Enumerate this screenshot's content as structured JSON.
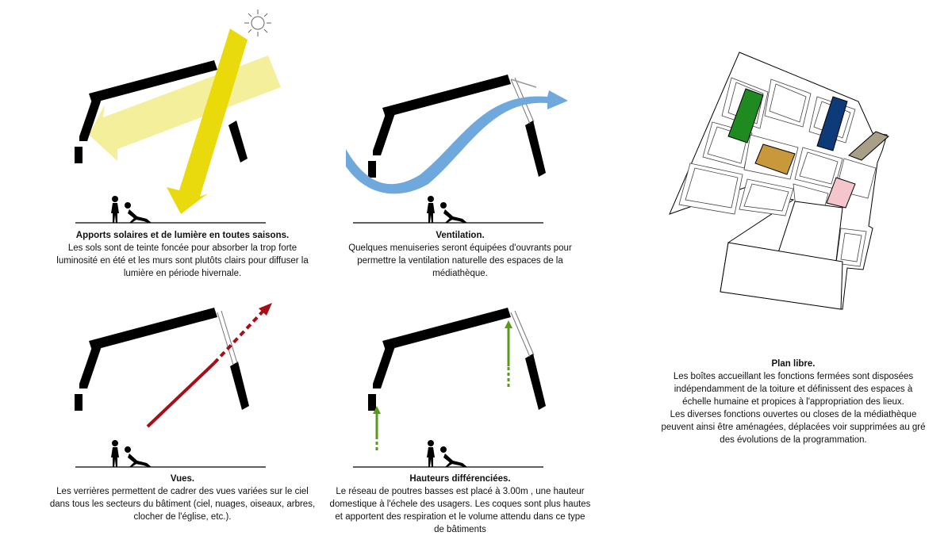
{
  "panels": {
    "solar": {
      "title": "Apports solaires et de lumière en toutes saisons.",
      "body": "Les sols sont de teinte foncée pour absorber la trop forte\nluminosité en été et les murs sont plutôts clairs pour diffuser la\nlumière en période hivernale."
    },
    "ventilation": {
      "title": "Ventilation.",
      "body": "Quelques menuiseries seront équipées d'ouvrants pour\npermettre la ventilation naturelle des espaces de la\nmédiathèque."
    },
    "views": {
      "title": "Vues.",
      "body": "Les verrières permettent de cadrer des vues variées sur le ciel\ndans tous les secteurs du bâtiment (ciel, nuages, oiseaux, arbres,\nclocher de l'église, etc.)."
    },
    "heights": {
      "title": "Hauteurs différenciées.",
      "body": "Le réseau de poutres basses est placé à 3.00m , une hauteur\ndomestique à l'échele des usagers. Les coques sont plus hautes\net apportent des respiration et le volume attendu dans ce type\nde bâtiments"
    },
    "plan": {
      "title": "Plan libre.",
      "body": "Les boîtes accueillant les fonctions fermées sont disposées\nindépendamment de la toiture et définissent des espaces à\néchelle humaine et propices à l'appropriation des lieux.\nLes diverses fonctions ouvertes ou closes de la médiathèque\npeuvent ainsi être aménagées, déplacées voir supprimées au gré\ndes évolutions de la programmation."
    }
  },
  "colors": {
    "structure": "#000000",
    "sun_beam": "#e8d800",
    "sun_beam_light": "#f2ec8a",
    "airflow": "#6fa8dc",
    "view_arrow": "#a50f15",
    "height_arrow": "#5a9a1a",
    "box_green": "#1f8a1f",
    "box_blue": "#0d3b7a",
    "box_wood": "#c8983a",
    "box_pink": "#f4c6cc",
    "box_grey": "#a89f86"
  },
  "icons": [
    "sun-icon",
    "standing-person-icon",
    "reclining-person-icon"
  ]
}
